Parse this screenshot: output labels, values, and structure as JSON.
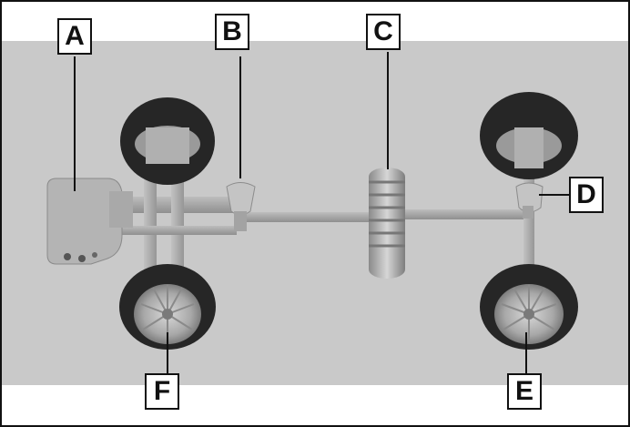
{
  "callouts": {
    "a": "A",
    "b": "B",
    "c": "C",
    "d": "D",
    "e": "E",
    "f": "F"
  },
  "colors": {
    "background": "#c9c9c9",
    "frame": "#111111",
    "tire": "#262626",
    "hub": "#9a9a9a",
    "shaft": "#a6a6a6",
    "component": "#b8b8b8"
  }
}
